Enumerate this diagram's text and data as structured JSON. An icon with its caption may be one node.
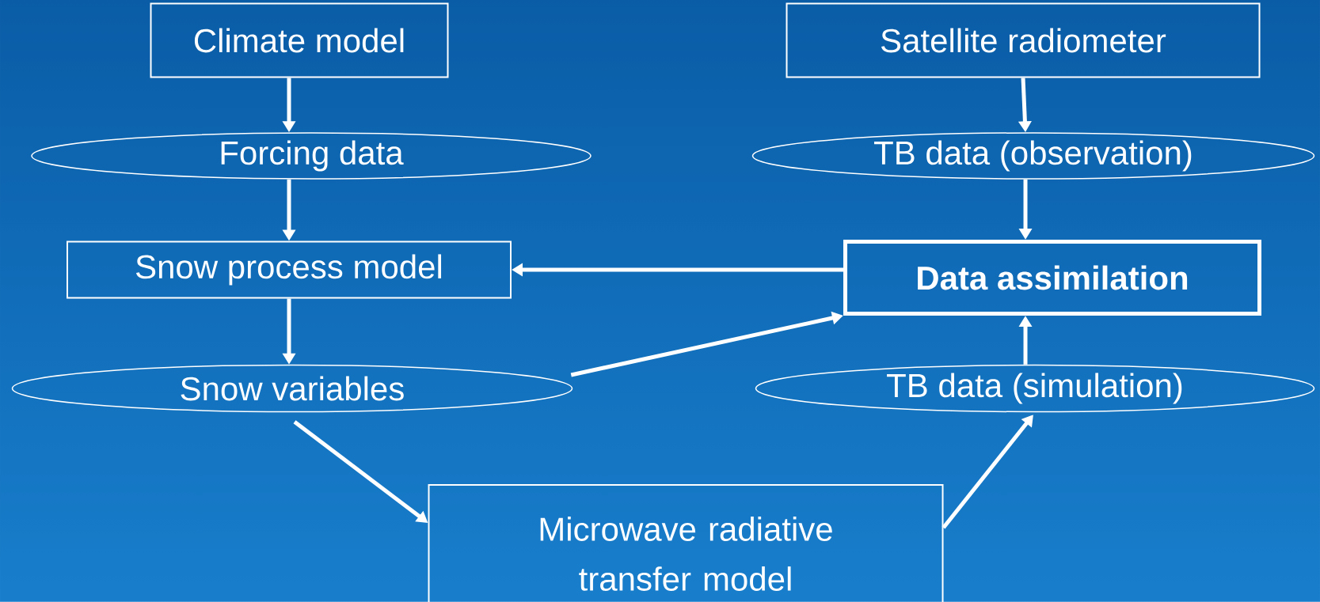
{
  "diagram": {
    "nodes": [
      {
        "text": [
          "Climate model"
        ]
      },
      {
        "text": [
          "Forcing data"
        ]
      },
      {
        "text": [
          "Satellite radiometer"
        ]
      },
      {
        "text": [
          "TB data (observation)"
        ]
      },
      {
        "text": [
          "Snow process model"
        ]
      },
      {
        "text": [
          "Data assimilation"
        ]
      },
      {
        "text": [
          "Snow variables"
        ]
      },
      {
        "text": [
          "TB data (simulation)"
        ]
      },
      {
        "text": [
          "Microwave radiative transfer model"
        ]
      }
    ],
    "edges": [
      {
        "from": 0,
        "to": 1,
        "arrow": "to"
      },
      {
        "from": 1,
        "to": 4,
        "arrow": "to"
      },
      {
        "from": 2,
        "to": 3,
        "arrow": "to"
      },
      {
        "from": 3,
        "to": 5,
        "arrow": "to"
      },
      {
        "from": 5,
        "to": 4,
        "arrow": "to"
      },
      {
        "from": 6,
        "to": 5,
        "arrow": "to"
      },
      {
        "from": 7,
        "to": 5,
        "arrow": "to"
      },
      {
        "from": 4,
        "to": 6,
        "arrow": "to"
      },
      {
        "from": 6,
        "to": 8,
        "arrow": "to"
      },
      {
        "from": 8,
        "to": 7,
        "arrow": "to"
      }
    ]
  }
}
